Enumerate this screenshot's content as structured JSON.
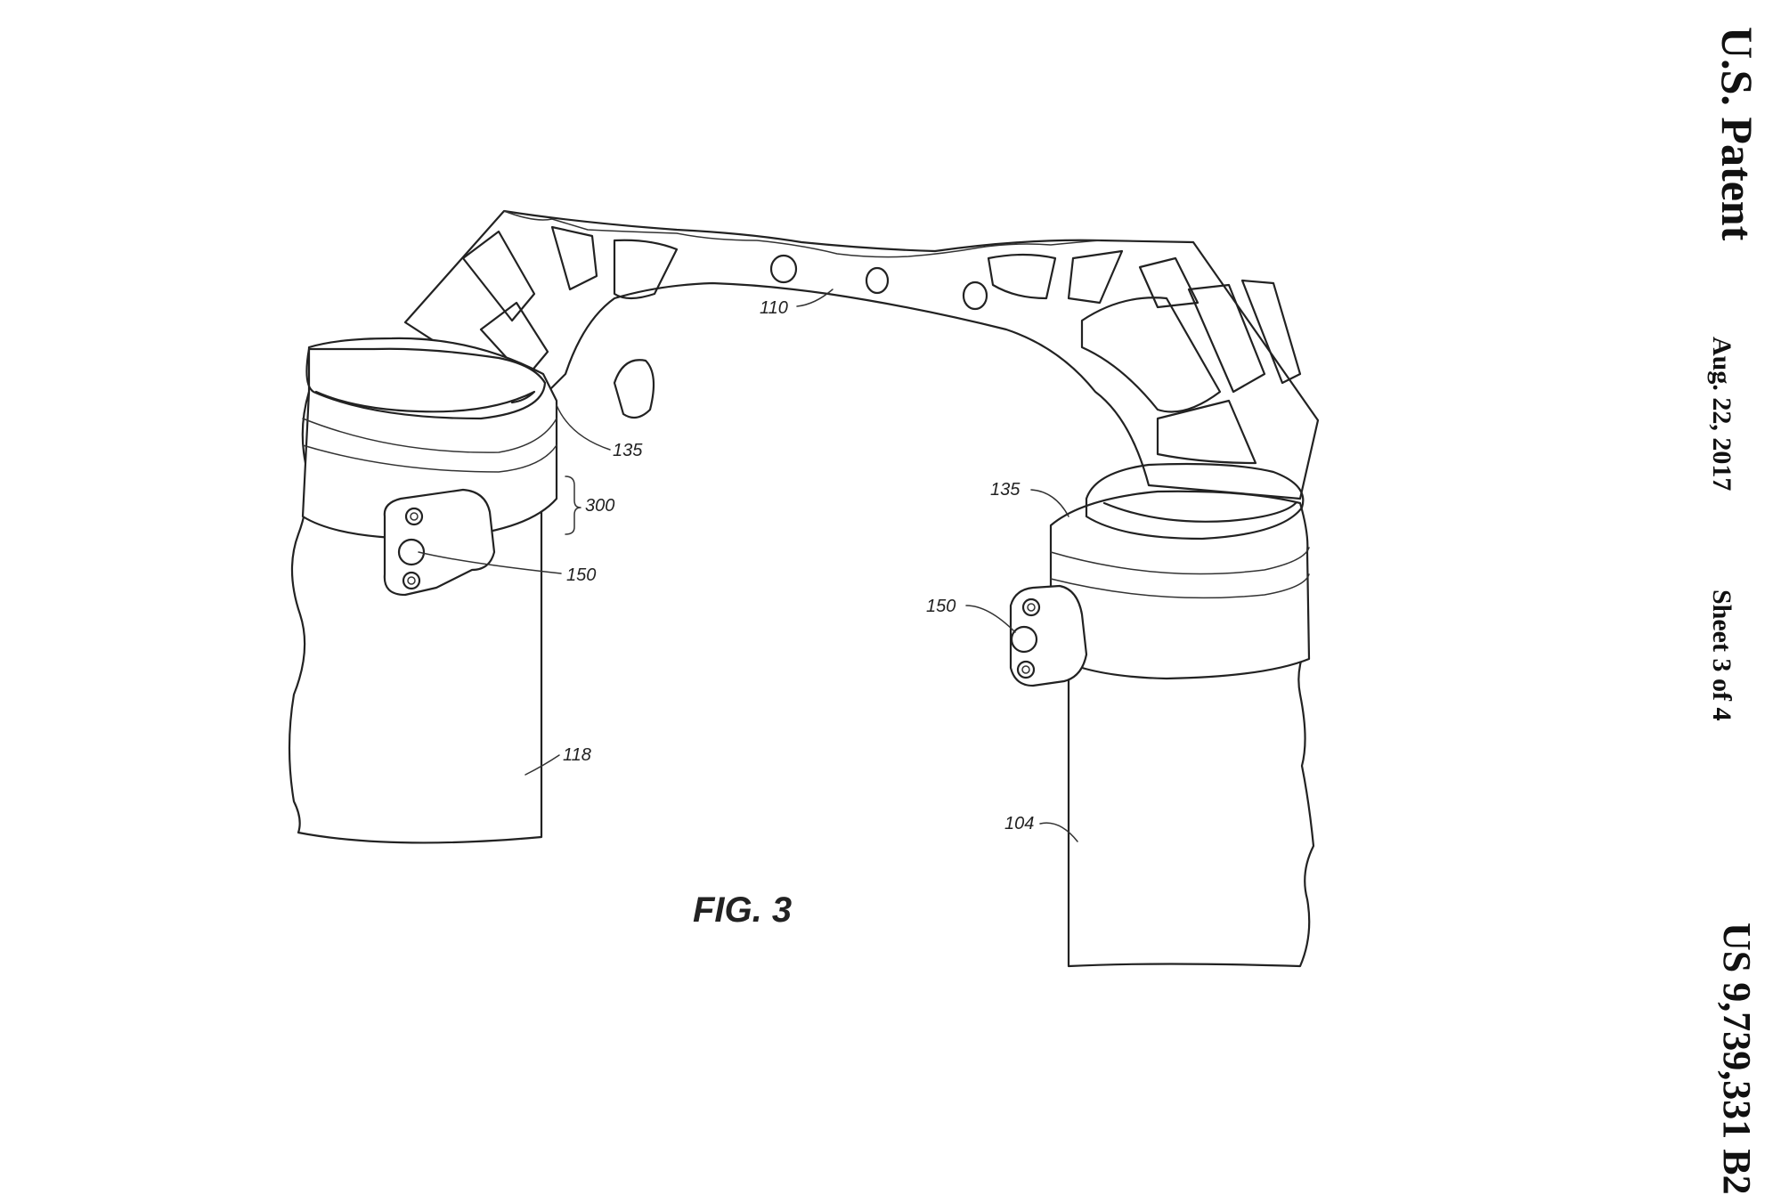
{
  "header": {
    "title": "U.S. Patent",
    "date": "Aug. 22, 2017",
    "sheet": "Sheet 3 of 4",
    "patent_number": "US 9,739,331 B2"
  },
  "figure": {
    "title": "FIG. 3",
    "refs": {
      "arch": "110",
      "clamp_left": "135",
      "clamp_right": "135",
      "bracket": "300",
      "port_left": "150",
      "port_right": "150",
      "leg_left": "118",
      "leg_right": "104"
    }
  }
}
